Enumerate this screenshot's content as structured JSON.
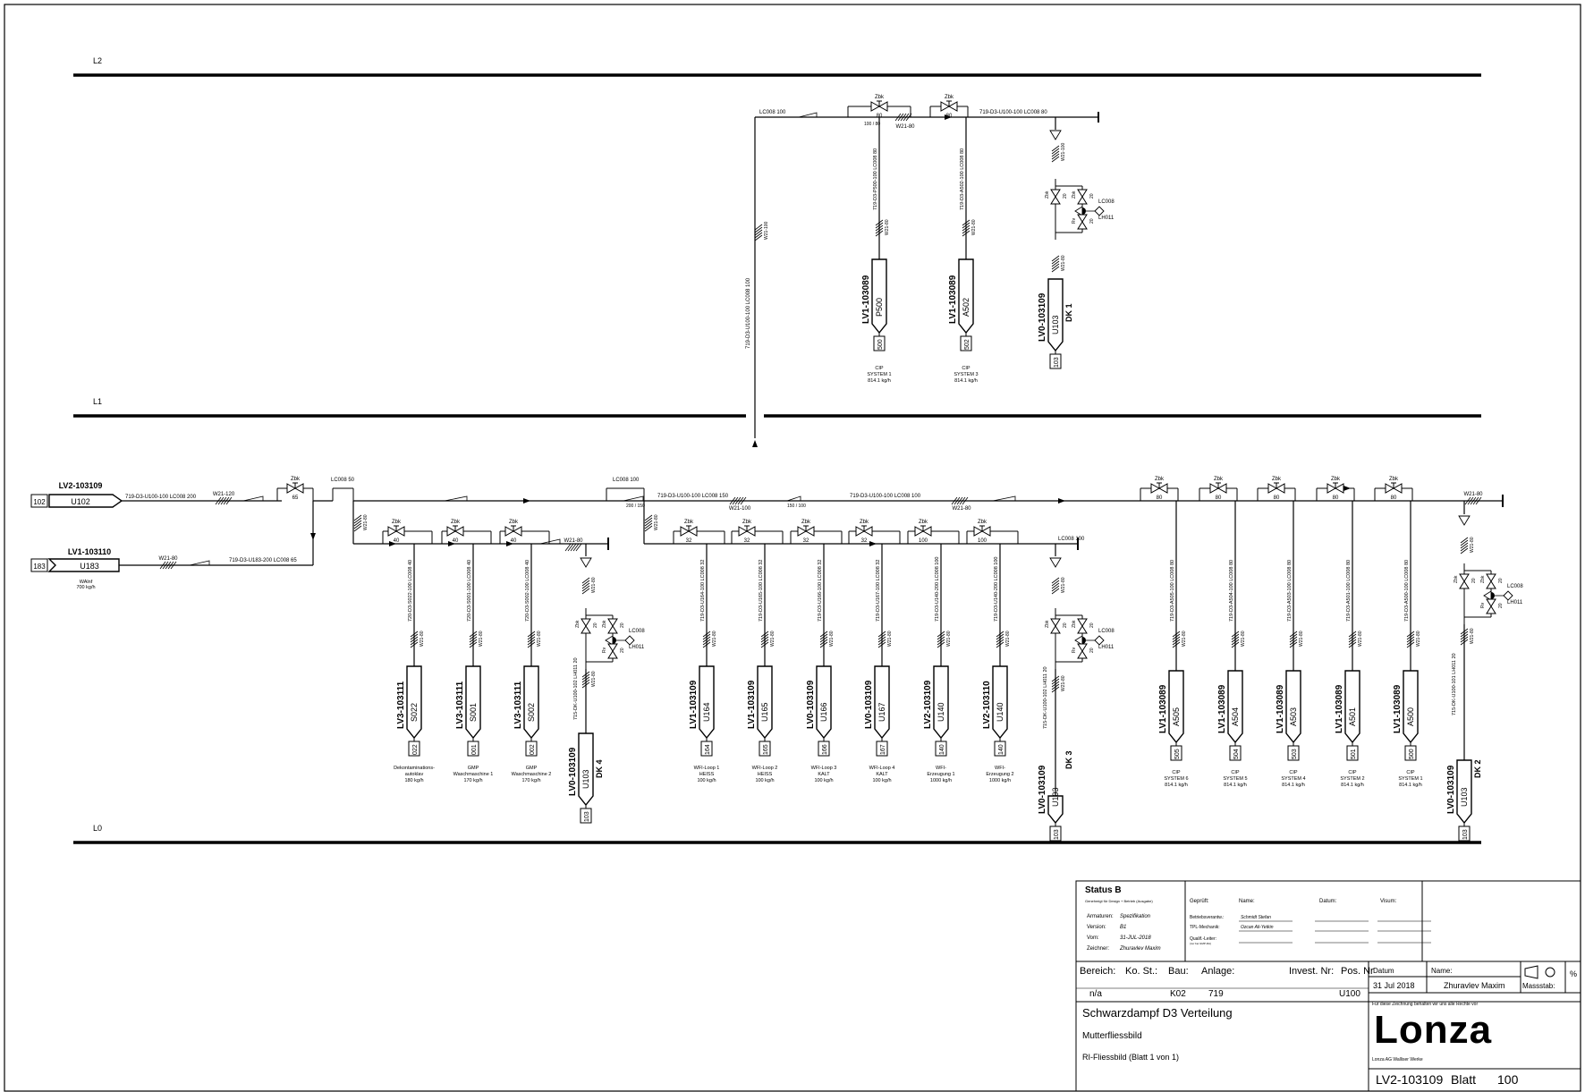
{
  "levels": [
    {
      "label": "L2"
    },
    {
      "label": "L1"
    },
    {
      "label": "L0"
    }
  ],
  "header_pipe": {
    "text": "LC008 100",
    "line": "719-D3-U100-100  LC008 80",
    "insul": "W21-80",
    "riser": "719-D3-U100-100  LC008 100"
  },
  "top_valves": [
    {
      "label": "Zbk",
      "dn": "80"
    },
    {
      "label": "Zbk",
      "dn": "80"
    }
  ],
  "top_reducer": "100 / 80",
  "top_drops": [
    {
      "line": "719-D3-P500-100  LC008 80",
      "insul": "W21-80",
      "tag": "LV1-103089",
      "code": "P500",
      "id": "500",
      "desc1": "CIP",
      "desc2": "SYSTEM 1",
      "desc3": "814.1 kg/h"
    },
    {
      "line": "719-D3-A502-100  LC008 80",
      "insul": "W21-80",
      "tag": "LV1-103089",
      "code": "A502",
      "id": "502",
      "desc1": "CIP",
      "desc2": "SYSTEM 3",
      "desc3": "814.1 kg/h"
    }
  ],
  "trap_dk1": {
    "tag": "LV0-103109",
    "code": "U103",
    "name": "DK 1",
    "id": "103",
    "lc": "LC008",
    "lh": "LH011",
    "dn": "20",
    "zbk": "Zbk",
    "rv": "Rv"
  },
  "inlet": {
    "tag": "LV2-103109",
    "code": "U102",
    "id": "102",
    "line": "719-D3-U100-100  LC008 200",
    "insul": "W21-120",
    "valve_label": "Zbk",
    "valve_dn": "65",
    "lc": "LC008 50"
  },
  "outlet": {
    "tag": "LV1-103110",
    "code": "U183",
    "id": "183",
    "line": "719-D3-U183-200  LC008 65",
    "insul": "W21-80",
    "note1": "WAlnf",
    "note2": "700 kg/h"
  },
  "main_header": {
    "lc1": "LC008 100",
    "line1": "719-D3-U100-100  LC008 150",
    "reducer": "200 / 150",
    "insul1": "W21-100",
    "reducer2": "150 / 100",
    "line2": "719-D3-U100-100  LC008 100",
    "insul2": "W21-80",
    "lc2": "LC008 100",
    "insul3": "W21-80"
  },
  "left_branch": [
    {
      "valve": "Zbk",
      "dn": "40",
      "line": "720-D3-S022-100  LC008 40",
      "insul": "W21-80",
      "tag": "LV3-103111",
      "code": "S022",
      "id": "022",
      "desc": [
        "Dekontaminations-",
        "autoklav",
        "180 kg/h"
      ]
    },
    {
      "valve": "Zbk",
      "dn": "40",
      "line": "720-D3-S001-100  LC008 40",
      "insul": "W21-80",
      "tag": "LV3-103111",
      "code": "S001",
      "id": "001",
      "desc": [
        "GMP",
        "Waschmaschine 1",
        "170 kg/h"
      ]
    },
    {
      "valve": "Zbk",
      "dn": "40",
      "line": "720-D3-S002-100  LC008 40",
      "insul": "W21-80",
      "tag": "LV3-103111",
      "code": "S002",
      "id": "002",
      "desc": [
        "GMP",
        "Waschmaschine 2",
        "170 kg/h"
      ]
    }
  ],
  "trap_dk4": {
    "tag": "LV0-103109",
    "code": "U103",
    "name": "DK 4",
    "id": "103",
    "line": "715-DK-U100-102  LH011 20",
    "insul": "W21-80"
  },
  "mid_branch": [
    {
      "valve": "Zbk",
      "dn": "32",
      "line": "719-D3-U164-100  LC008 32",
      "insul": "W21-80",
      "tag": "LV1-103109",
      "code": "U164",
      "id": "164",
      "desc": [
        "WFI-Loop 1",
        "HEISS",
        "100 kg/h"
      ]
    },
    {
      "valve": "Zbk",
      "dn": "32",
      "line": "719-D3-U165-100  LC008 32",
      "insul": "W21-80",
      "tag": "LV1-103109",
      "code": "U165",
      "id": "165",
      "desc": [
        "WFI-Loop 2",
        "HEISS",
        "100 kg/h"
      ]
    },
    {
      "valve": "Zbk",
      "dn": "32",
      "line": "719-D3-U166-100  LC008 32",
      "insul": "W21-80",
      "tag": "LV0-103109",
      "code": "U166",
      "id": "166",
      "desc": [
        "WFI-Loop 3",
        "KALT",
        "100 kg/h"
      ]
    },
    {
      "valve": "Zbk",
      "dn": "32",
      "line": "719-D3-U167-100  LC008 32",
      "insul": "W21-80",
      "tag": "LV0-103109",
      "code": "U167",
      "id": "167",
      "desc": [
        "WFI-Loop 4",
        "KALT",
        "100 kg/h"
      ]
    },
    {
      "valve": "Zbk",
      "dn": "100",
      "line": "719-D3-U140-200  LC008 100",
      "insul": "W21-80",
      "tag": "LV2-103109",
      "code": "U140",
      "id": "140",
      "desc": [
        "WFI-",
        "Erzeugung 1",
        "1000 kg/h"
      ]
    },
    {
      "valve": "Zbk",
      "dn": "100",
      "line": "719-D3-U140-200  LC008 100",
      "insul": "W21-80",
      "tag": "LV2-103110",
      "code": "U140",
      "id": "140",
      "desc": [
        "WFI-",
        "Erzeugung 2",
        "1000 kg/h"
      ]
    }
  ],
  "trap_dk3": {
    "tag": "LV0-103109",
    "code": "U103",
    "name": "DK 3",
    "id": "103",
    "line": "715-DK-U100-102  LH011 20"
  },
  "right_branch": [
    {
      "valve": "Zbk",
      "dn": "80",
      "line": "719-D3-A505-100  LC008 80",
      "insul": "W21-80",
      "tag": "LV1-103089",
      "code": "A505",
      "id": "505",
      "desc": [
        "CIP",
        "SYSTEM 6",
        "814.1 kg/h"
      ]
    },
    {
      "valve": "Zbk",
      "dn": "80",
      "line": "719-D3-A504-100  LC008 80",
      "insul": "W21-80",
      "tag": "LV1-103089",
      "code": "A504",
      "id": "504",
      "desc": [
        "CIP",
        "SYSTEM 5",
        "814.1 kg/h"
      ]
    },
    {
      "valve": "Zbk",
      "dn": "80",
      "line": "719-D3-A503-100  LC008 80",
      "insul": "W21-80",
      "tag": "LV1-103089",
      "code": "A503",
      "id": "503",
      "desc": [
        "CIP",
        "SYSTEM 4",
        "814.1 kg/h"
      ]
    },
    {
      "valve": "Zbk",
      "dn": "80",
      "line": "719-D3-A501-100  LC008 80",
      "insul": "W21-80",
      "tag": "LV1-103089",
      "code": "A501",
      "id": "501",
      "desc": [
        "CIP",
        "SYSTEM 2",
        "814.1 kg/h"
      ]
    },
    {
      "valve": "Zbk",
      "dn": "80",
      "line": "719-D3-A500-100  LC008 80",
      "insul": "W21-80",
      "tag": "LV1-103089",
      "code": "A500",
      "id": "500",
      "desc": [
        "CIP",
        "SYSTEM 1",
        "814.1 kg/h"
      ]
    }
  ],
  "trap_dk2": {
    "tag": "LV0-103109",
    "code": "U103",
    "name": "DK 2",
    "id": "103",
    "line": "715-DK-U100-101  LH011 20",
    "insul": "W21-80"
  },
  "titleblock": {
    "status": "Status B",
    "status_sub": "Genehmigt für Design + Betrieb (Ausgabe)",
    "rows": [
      {
        "k": "Armaturen:",
        "v": "Spezifikation"
      },
      {
        "k": "Version:",
        "v": "B1"
      },
      {
        "k": "Vom:",
        "v": "31-JUL-2018"
      },
      {
        "k": "Zeichner:",
        "v": "Zhuravlev Maxim"
      }
    ],
    "checked": "Geprüft:",
    "name_h": "Name:",
    "date_h": "Datum:",
    "visum_h": "Visum:",
    "roles": [
      {
        "k": "Betriebsverantw.:",
        "v": "Schmidt Stefan"
      },
      {
        "k": "TPL-Mechanik:",
        "v": "Ozcan Ali-Yetkin"
      },
      {
        "k": "Qualif.-Leiter:",
        "sub": "(nur bei GMP-RA)",
        "v": ""
      }
    ],
    "bereich_h": "Bereich:",
    "kost_h": "Ko. St.:",
    "bau_h": "Bau:",
    "anlage_h": "Anlage:",
    "invest_h": "Invest. Nr:",
    "pos_h": "Pos. Nr",
    "datum_h": "Datum",
    "name2_h": "Name:",
    "massstab_h": "Massstab:",
    "percent": "%",
    "bereich": "n/a",
    "bau": "K02",
    "anlage": "719",
    "pos": "U100",
    "datum": "31 Jul 2018",
    "name2": "Zhuravlev Maxim",
    "title1": "Schwarzdampf D3 Verteilung",
    "title2": "Mutterfliessbild",
    "title3": "RI-Fliessbild (Blatt 1 von 1)",
    "rights": "Für diese Zeichnung behalten wir uns alle Rechte vor",
    "company": "Lonza",
    "company_sub": "Lonza AG Walliser Werke",
    "doc_no": "LV2-103109",
    "blatt": "Blatt",
    "blatt_no": "100"
  }
}
